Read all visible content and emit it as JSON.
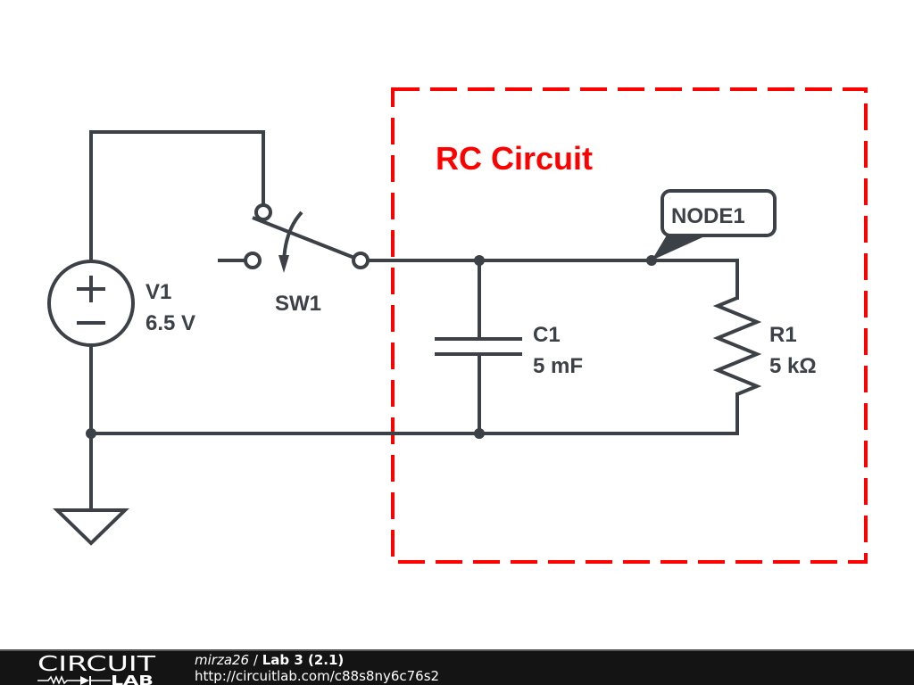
{
  "colors": {
    "wire": "#3b4146",
    "annotation": "#ff0000",
    "footer_bg": "#141414",
    "footer_text": "#ffffff"
  },
  "schematic": {
    "annotation_box": {
      "title": "RC Circuit",
      "style": "dashed"
    },
    "components": {
      "voltage_source": {
        "name": "V1",
        "value": "6.5 V",
        "type": "dc-voltage-source"
      },
      "switch": {
        "name": "SW1",
        "type": "spdt-switch"
      },
      "capacitor": {
        "name": "C1",
        "value": "5 mF",
        "type": "capacitor"
      },
      "resistor": {
        "name": "R1",
        "value": "5 kΩ",
        "type": "resistor"
      },
      "ground": {
        "type": "ground"
      }
    },
    "node_label": "NODE1"
  },
  "footer": {
    "logo_top": "CIRCUIT",
    "logo_bottom": "LAB",
    "user": "mirza26",
    "separator": " / ",
    "project": "Lab 3 (2.1)",
    "url": "http://circuitlab.com/c88s8ny6c76s2"
  }
}
